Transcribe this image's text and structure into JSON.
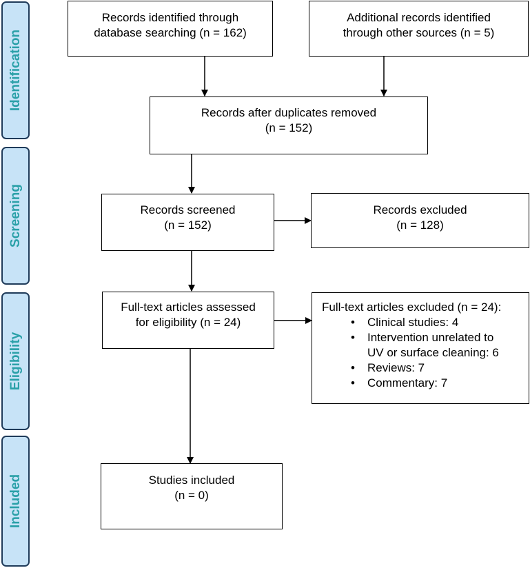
{
  "stages": [
    {
      "label": "Identification"
    },
    {
      "label": "Screening"
    },
    {
      "label": "Eligibility"
    },
    {
      "label": "Included"
    }
  ],
  "boxes": {
    "database": {
      "lines": [
        "Records identified through",
        "database searching (n = 162)"
      ]
    },
    "other_sources": {
      "lines": [
        "Additional records identified",
        "through other sources (n = 5)"
      ]
    },
    "duplicates_removed": {
      "lines": [
        "Records after duplicates removed",
        "(n = 152)"
      ]
    },
    "screened": {
      "lines": [
        "Records screened",
        "(n = 152)"
      ]
    },
    "excluded": {
      "lines": [
        "Records excluded",
        "(n = 128)"
      ]
    },
    "full_text_assessed": {
      "lines": [
        "Full-text articles assessed",
        "for eligibility (n = 24)"
      ]
    },
    "full_text_excluded": {
      "title": "Full-text articles excluded (n = 24):",
      "items": [
        [
          "Clinical studies: 4"
        ],
        [
          "Intervention unrelated to",
          "UV or surface cleaning: 6"
        ],
        [
          "Reviews: 7"
        ],
        [
          "Commentary: 7"
        ]
      ]
    },
    "included": {
      "lines": [
        "Studies included",
        "(n = 0)"
      ]
    }
  },
  "colors": {
    "stage_fill": "#c7e3f7",
    "stage_text": "#2aa0a8",
    "stage_border": "#1f3b5a"
  }
}
